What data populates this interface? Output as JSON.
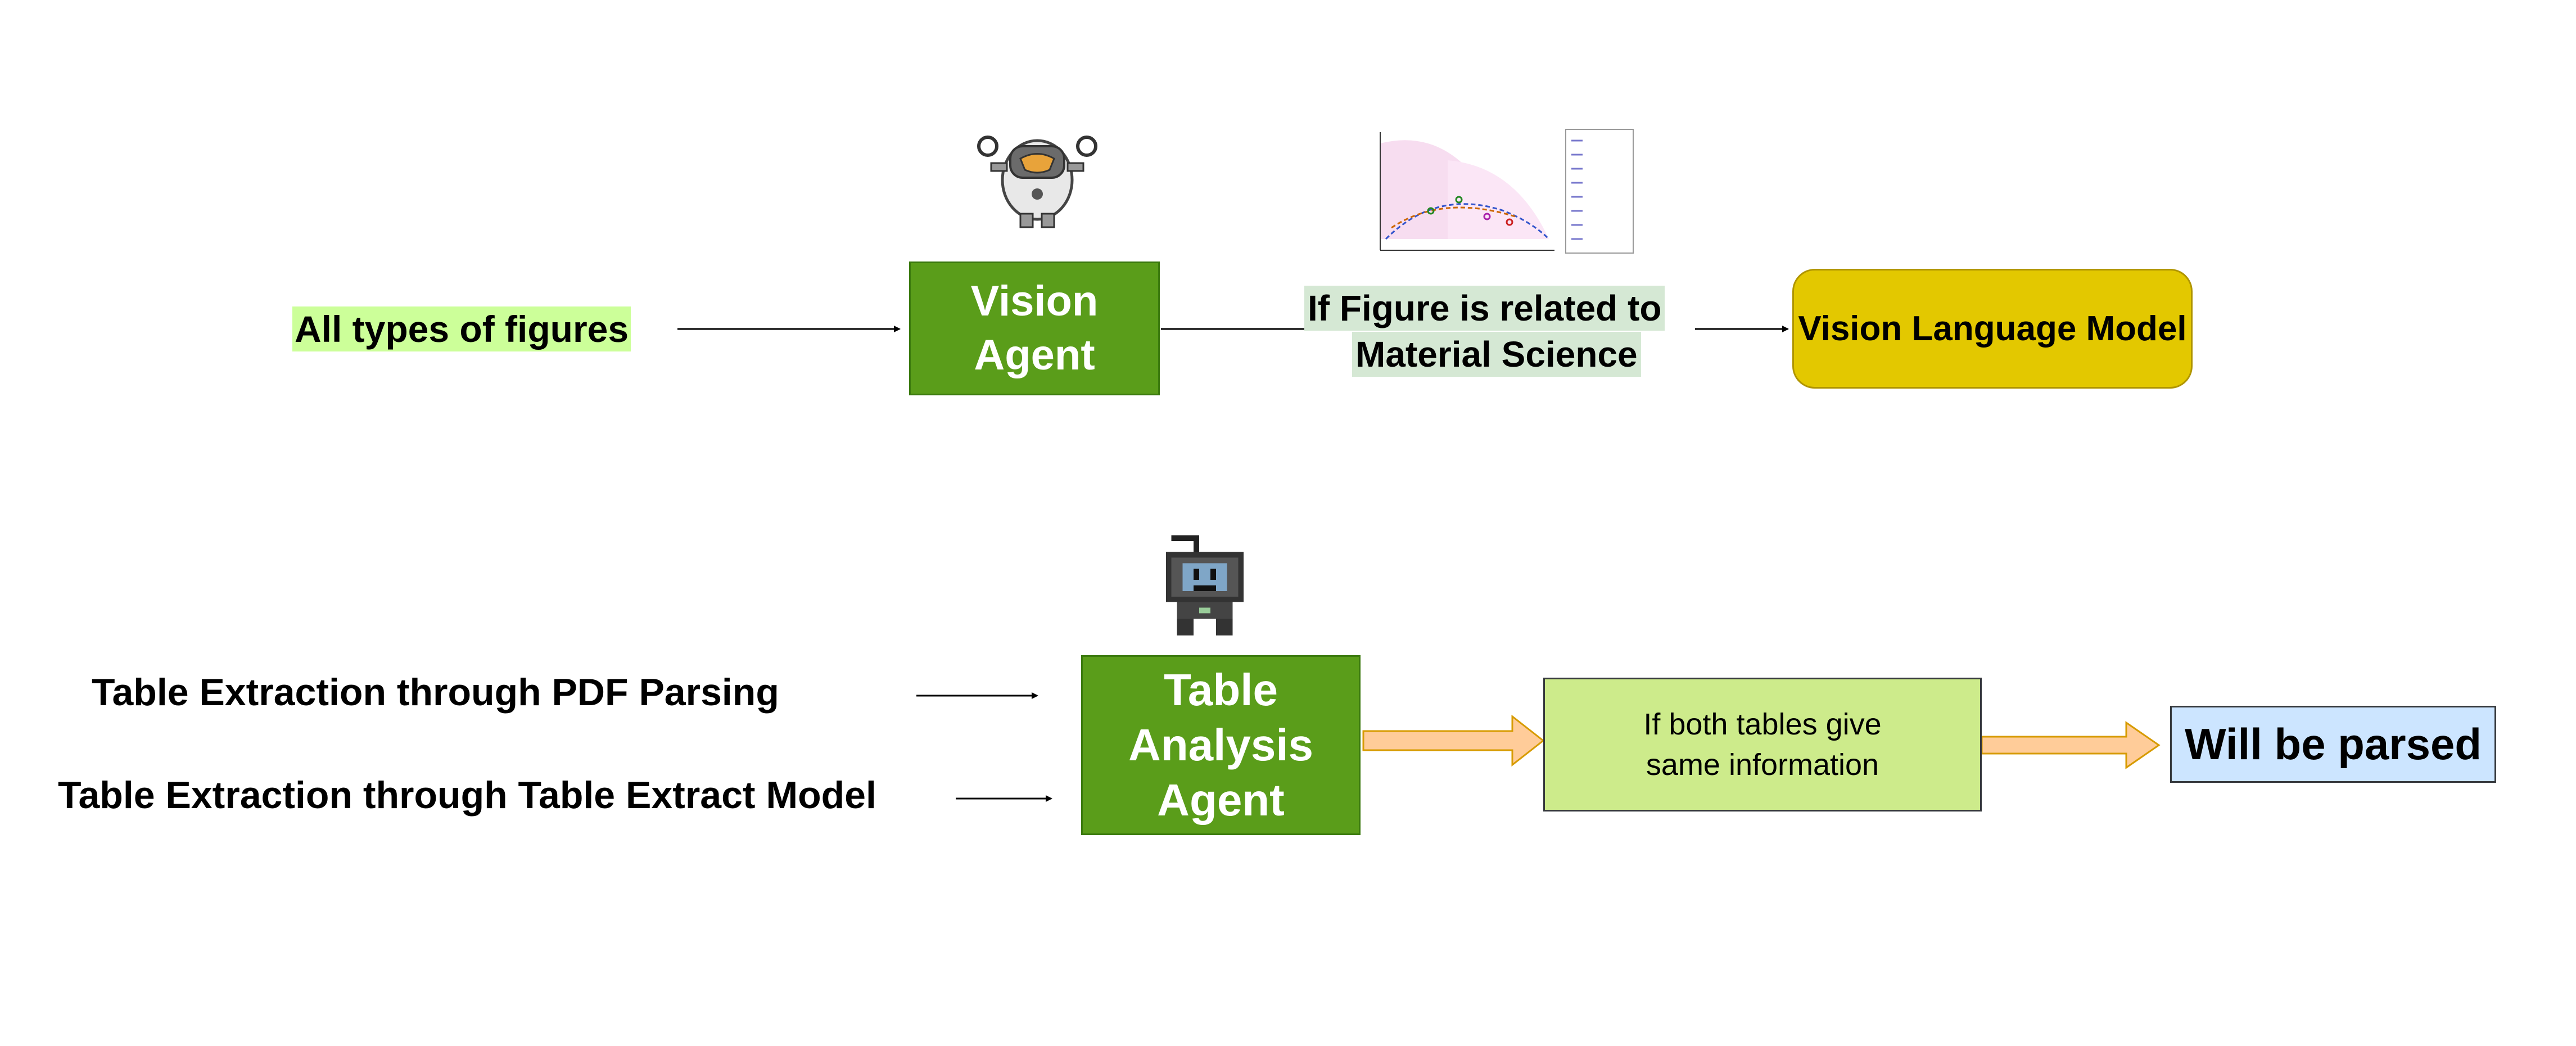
{
  "vision": {
    "input_label": "All types of figures",
    "agent_label": "Vision Agent",
    "condition_line1": "If Figure is related to",
    "condition_line2": "Material Science",
    "model_label": "Vision Language Model"
  },
  "table": {
    "input1_label": "Table Extraction through PDF Parsing",
    "input2_label": "Table Extraction through Table Extract Model",
    "agent_label": "Table Analysis Agent",
    "condition_label": "If both tables give same information",
    "output_label": "Will be parsed"
  },
  "colors": {
    "agent_green": "#5a9d1a",
    "input_highlight": "#ccff99",
    "condition_highlight": "#d5e8d4",
    "model_yellow": "#e3c800",
    "condition_box": "#cdeb8b",
    "output_box": "#cce5ff",
    "fat_arrow": "#ffcc99"
  },
  "icons": [
    "robot-mascot-icon",
    "tv-robot-icon",
    "figure-thumbnail-chart"
  ]
}
